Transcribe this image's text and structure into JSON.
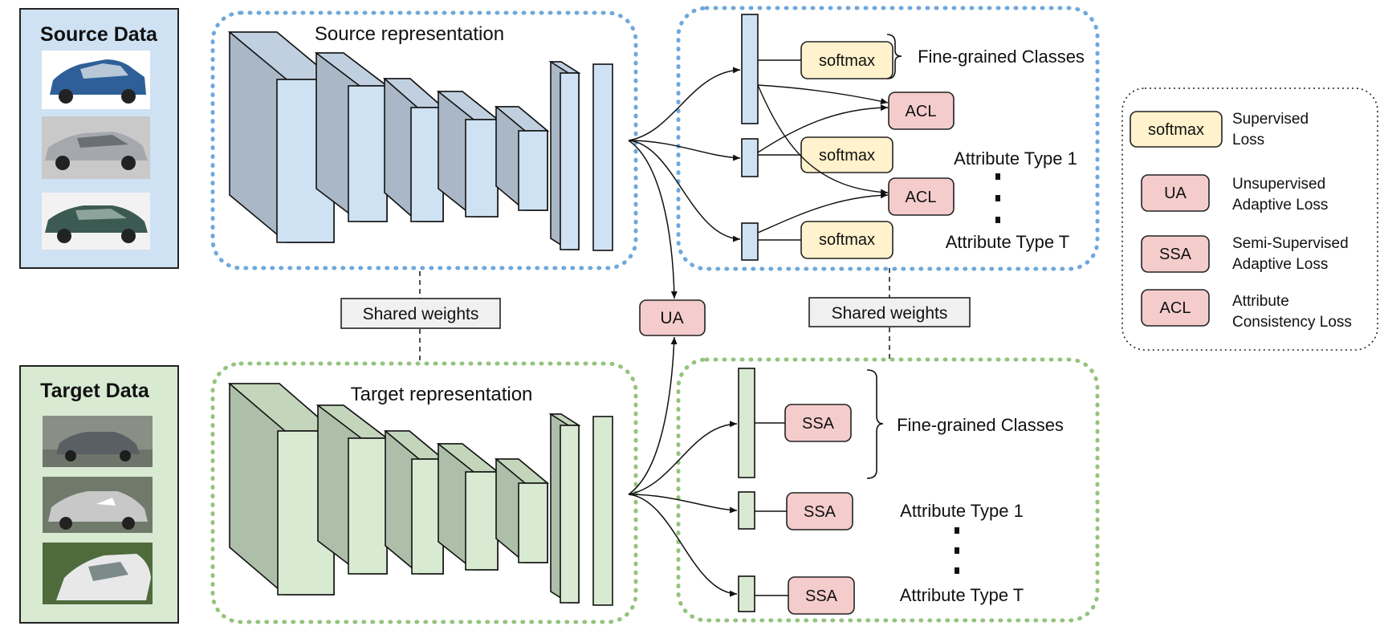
{
  "panels": {
    "source": {
      "title": "Source Data",
      "bg": "#cfe2f3",
      "images": [
        "blue-hatchback-car",
        "silver-sedan-car",
        "green-sedan-car"
      ]
    },
    "target": {
      "title": "Target Data",
      "bg": "#d9ead3",
      "images": [
        "highway-car-photo",
        "street-car-photo",
        "overhead-car-photo"
      ]
    }
  },
  "source_network": {
    "label": "Source representation",
    "fill": "#cfe2f3",
    "side": "#a9b7c6",
    "border": "#6fa8dc"
  },
  "target_network": {
    "label": "Target representation",
    "fill": "#d9ead3",
    "side": "#aebfa9",
    "border": "#93c47d"
  },
  "shared_weights": {
    "left": "Shared weights",
    "right": "Shared weights"
  },
  "ua_box": {
    "label": "UA"
  },
  "source_heads": {
    "softmax_1": "softmax",
    "softmax_2": "softmax",
    "softmax_3": "softmax",
    "acl_1": "ACL",
    "acl_2": "ACL",
    "fine_grained": "Fine-grained Classes",
    "attr_1": "Attribute Type 1",
    "attr_t": "Attribute Type T"
  },
  "target_heads": {
    "ssa_1": "SSA",
    "ssa_2": "SSA",
    "ssa_3": "SSA",
    "fine_grained": "Fine-grained Classes",
    "attr_1": "Attribute Type 1",
    "attr_t": "Attribute Type T"
  },
  "legend": {
    "items": [
      {
        "box": "softmax",
        "line1": "Supervised",
        "line2": "Loss"
      },
      {
        "box": "UA",
        "line1": "Unsupervised",
        "line2": "Adaptive Loss"
      },
      {
        "box": "SSA",
        "line1": "Semi-Supervised",
        "line2": "Adaptive Loss"
      },
      {
        "box": "ACL",
        "line1": "Attribute",
        "line2": "Consistency Loss"
      }
    ]
  },
  "colors": {
    "softmax": "#fff2cc",
    "loss": "#f4cccc",
    "shared": "#f0f0f0"
  }
}
